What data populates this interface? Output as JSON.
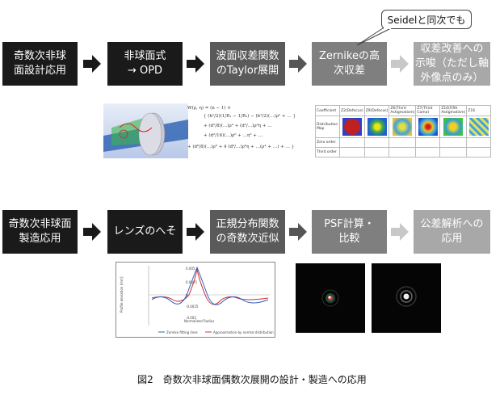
{
  "row1": {
    "step1": "奇数次非球面設計応用",
    "step2": "非球面式\n→ OPD",
    "step3": "波面収差関数\nのTaylor展開",
    "step4": "Zernikeの高\n次収差",
    "step5": "収差改善への\n示唆（ただし軸\n外像点のみ）",
    "callout": "Seidelと同次でも"
  },
  "row2": {
    "step1": "奇数次非球面\n製造応用",
    "step2": "レンズのへそ",
    "step3": "正規分布関数\nの奇数次近似",
    "step4": "PSF計算・\n比較",
    "step5": "公差解析への\n応用"
  },
  "caption": "図2　奇数次非球面偶数次展開の設計・製造への応用",
  "table_headers": [
    "Coefficient",
    "Z2(Defocus)",
    "Z9(Defocus)",
    "Z6(Third Astigmatism)",
    "Z7(Third Coma)",
    "Z10(Fifth Astigmatism)",
    "Z16"
  ],
  "table_row_labels": [
    "Distribution Map",
    "Zero order",
    "Third order"
  ],
  "plot": {
    "ylabel": "Profile deviation [mm]",
    "xlabel": "Normalized Radius",
    "yticks": [
      "0.005",
      "0.0025",
      "0",
      "-0.0025",
      "-0.005"
    ],
    "legend": [
      "Zernike fitting lines",
      "Approximation by normal distribution"
    ]
  },
  "colors": {
    "dark": "#1a1a1a",
    "mid": "#5a5a5a",
    "gray": "#7f7f7f",
    "light": "#a8a8a8",
    "arrow": "#1a1a1a",
    "arrow_light": "#c8c8c8"
  }
}
